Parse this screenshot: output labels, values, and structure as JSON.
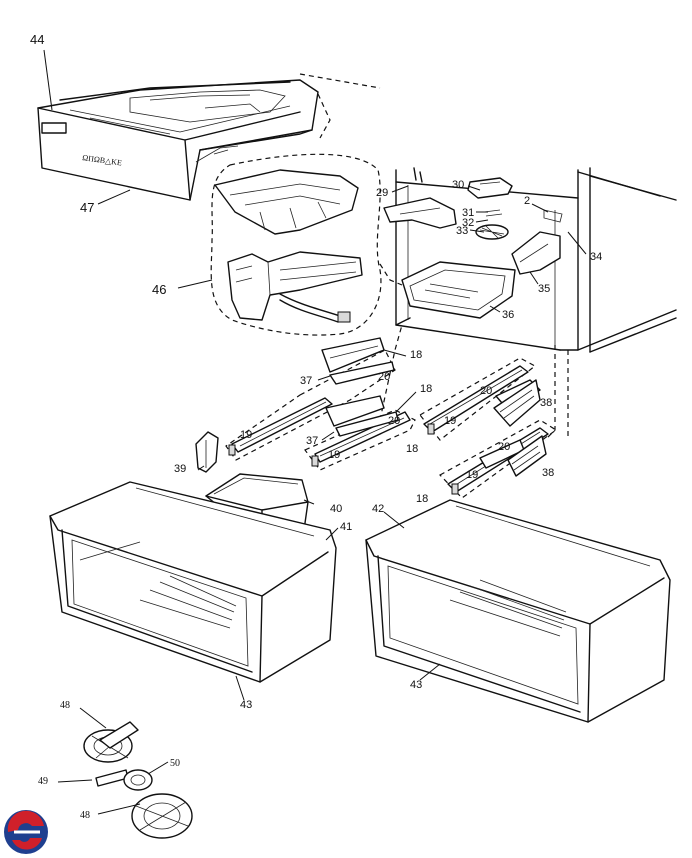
{
  "callouts": {
    "c44": "44",
    "c47": "47",
    "c46": "46",
    "c29": "29",
    "c30": "30",
    "c2": "2",
    "c31": "31",
    "c32": "32",
    "c33": "33",
    "c34": "34",
    "c35": "35",
    "c36": "36",
    "c18a": "18",
    "c37a": "37",
    "c20a": "20",
    "c18b": "18",
    "c19a": "19",
    "c37b": "37",
    "c20b": "20",
    "c19b": "19",
    "c20c": "20",
    "c19c": "19",
    "c38a": "38",
    "c18c": "18",
    "c20d": "20",
    "c19d": "19",
    "c38b": "38",
    "c18d": "18",
    "c39": "39",
    "c40": "40",
    "c41": "41",
    "c42": "42",
    "c43a": "43",
    "c43b": "43",
    "c48a": "48",
    "c49": "49",
    "c50": "50",
    "c48b": "48"
  },
  "drawer_label": "ΩΠΩΒ△ΚΕ",
  "colors": {
    "line": "#111111",
    "logo_red": "#d0202a",
    "logo_blue": "#1f3f8f"
  }
}
